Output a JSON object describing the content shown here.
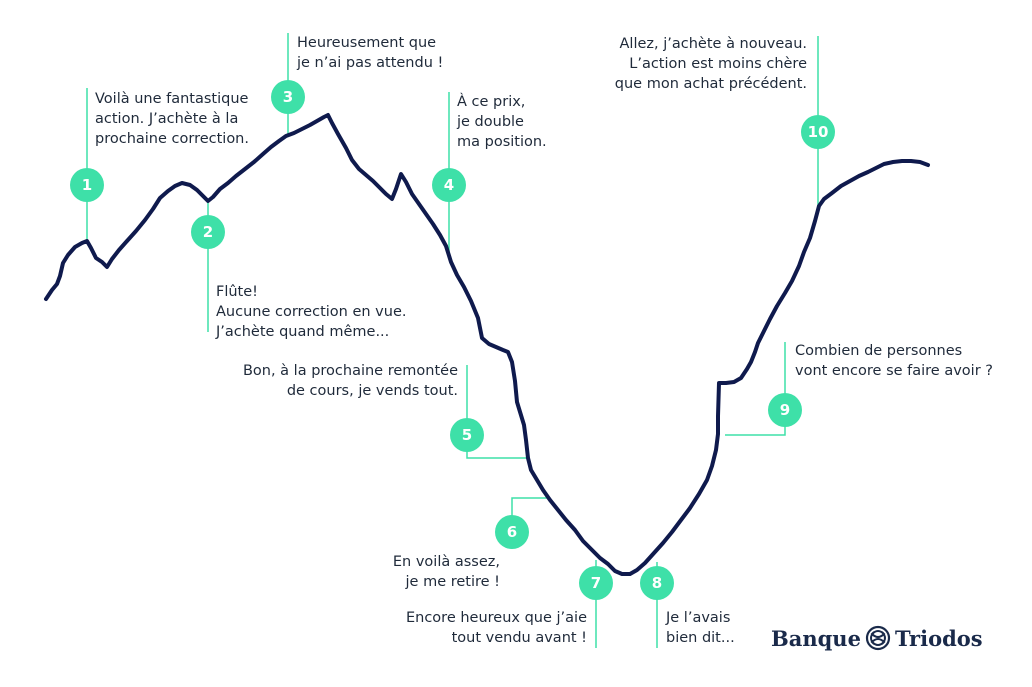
{
  "colors": {
    "curve": "#0f1a4d",
    "accent": "#3ee0a8",
    "text": "#1f2a3a",
    "brand": "#1a2a4a"
  },
  "annotations": [
    {
      "number": "1",
      "lines": [
        "Voilà une fantastique",
        "action. J’achète à la",
        "prochaine correction."
      ]
    },
    {
      "number": "2",
      "lines": [
        "Flûte!",
        "Aucune correction en vue.",
        "J’achète quand même..."
      ]
    },
    {
      "number": "3",
      "lines": [
        "Heureusement que",
        "je n’ai pas attendu !"
      ]
    },
    {
      "number": "4",
      "lines": [
        "À ce prix,",
        "je double",
        "ma position."
      ]
    },
    {
      "number": "5",
      "lines": [
        "Bon, à la prochaine remontée",
        "de cours, je vends tout."
      ]
    },
    {
      "number": "6",
      "lines": [
        "En voilà assez,",
        "je me retire !"
      ]
    },
    {
      "number": "7",
      "lines": [
        "Encore heureux que j’aie",
        "tout vendu avant !"
      ]
    },
    {
      "number": "8",
      "lines": [
        "Je l’avais",
        "bien dit..."
      ]
    },
    {
      "number": "9",
      "lines": [
        "Combien de personnes",
        "vont encore se faire avoir ?"
      ]
    },
    {
      "number": "10",
      "lines": [
        "Allez, j’achète à nouveau.",
        "L’action est moins chère",
        "que mon achat précédent."
      ]
    }
  ],
  "brand": {
    "left": "Banque",
    "right": "Triodos",
    "icon": "triodos-knot-icon"
  }
}
